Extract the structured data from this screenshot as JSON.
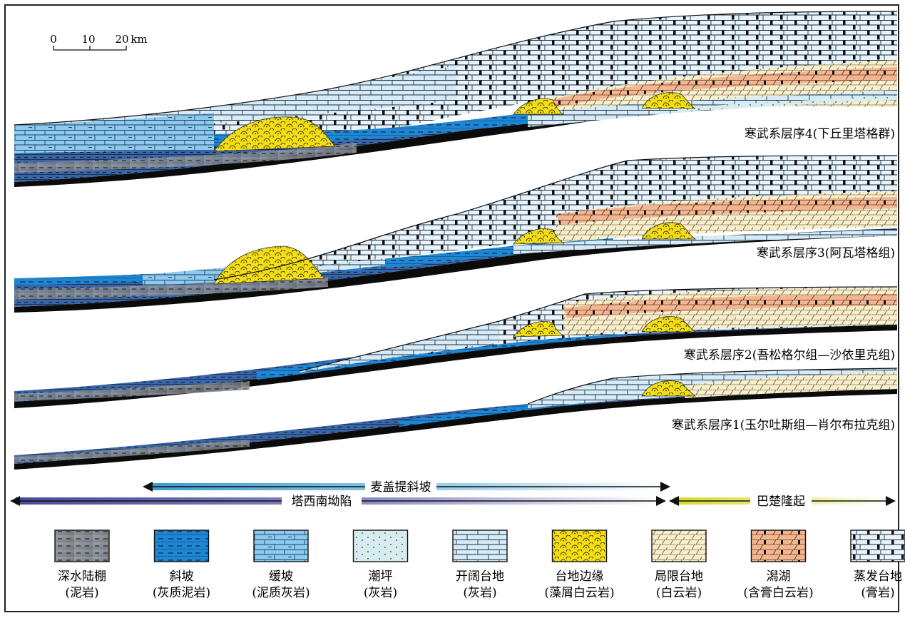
{
  "scale_bar": {
    "ticks": [
      "0",
      "10",
      "20"
    ],
    "unit": "km"
  },
  "sequences": [
    {
      "label": "寒武系层序4(下丘里塔格群)"
    },
    {
      "label": "寒武系层序3(阿瓦塔格组)"
    },
    {
      "label": "寒武系层序2(吾松格尔组—沙依里克组)"
    },
    {
      "label": "寒武系层序1(玉尔吐斯组—肖尔布拉克组)"
    }
  ],
  "regions": {
    "slope": "麦盖提斜坡",
    "depression": "塔西南坳陷",
    "uplift": "巴楚隆起"
  },
  "legend": [
    {
      "name": "深水陆棚",
      "lith": "(泥岩)",
      "pattern": "shelf"
    },
    {
      "name": "斜坡",
      "lith": "(灰质泥岩)",
      "pattern": "slope"
    },
    {
      "name": "缓坡",
      "lith": "(泥质灰岩)",
      "pattern": "ramp"
    },
    {
      "name": "潮坪",
      "lith": "(灰岩)",
      "pattern": "tidal"
    },
    {
      "name": "开阔台地",
      "lith": "(灰岩)",
      "pattern": "open"
    },
    {
      "name": "台地边缘",
      "lith": "(藻屑白云岩)",
      "pattern": "margin"
    },
    {
      "name": "局限台地",
      "lith": "(白云岩)",
      "pattern": "restricted"
    },
    {
      "name": "潟湖",
      "lith": "(含膏白云岩)",
      "pattern": "lagoon"
    },
    {
      "name": "蒸发台地",
      "lith": "(膏岩)",
      "pattern": "evap"
    }
  ],
  "colors": {
    "shelf": "#8a8f96",
    "slope": "#1f86d2",
    "ramp": "#7fc2ea",
    "tidal": "#d7ecef",
    "open": "#cfe6f6",
    "margin": "#f2dd16",
    "restricted": "#f8efce",
    "lagoon": "#f1b08f",
    "evap": "#b9d6ec",
    "depression_arrow": "#4a4a9c",
    "uplift_arrow": "#d8d82a",
    "slope_arrow": "#3b9ed0"
  }
}
